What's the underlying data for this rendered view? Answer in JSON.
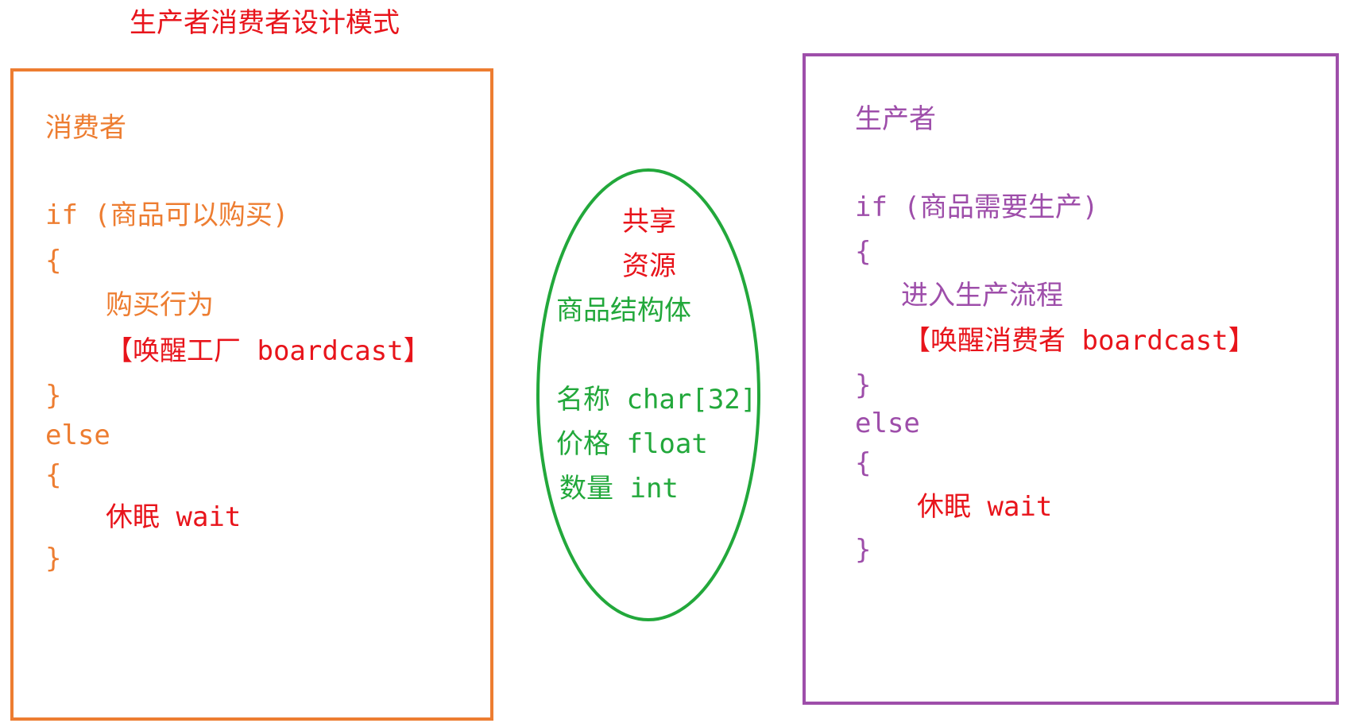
{
  "title": "生产者消费者设计模式",
  "consumer": {
    "heading": "消费者",
    "condition": "if (商品可以购买)",
    "open_brace_1": "{",
    "action": "购买行为",
    "wake": "【唤醒工厂 boardcast】",
    "close_brace_1": "}",
    "else_kw": "else",
    "open_brace_2": "{",
    "sleep": "休眠 wait",
    "close_brace_2": "}"
  },
  "shared": {
    "line1": "共享",
    "line2": "资源",
    "struct_name": "商品结构体",
    "fields": [
      {
        "label": "名称 char[32]"
      },
      {
        "label": "价格 float"
      },
      {
        "label": "数量 int"
      }
    ]
  },
  "producer": {
    "heading": "生产者",
    "condition": "if (商品需要生产)",
    "open_brace_1": "{",
    "action": "进入生产流程",
    "wake": "【唤醒消费者 boardcast】",
    "close_brace_1": "}",
    "else_kw": "else",
    "open_brace_2": "{",
    "sleep": "休眠 wait",
    "close_brace_2": "}"
  },
  "colors": {
    "title": "#e8141b",
    "consumer": "#ed7d31",
    "producer": "#9e4eaa",
    "shared": "#22a83b",
    "highlight": "#e8141b"
  }
}
